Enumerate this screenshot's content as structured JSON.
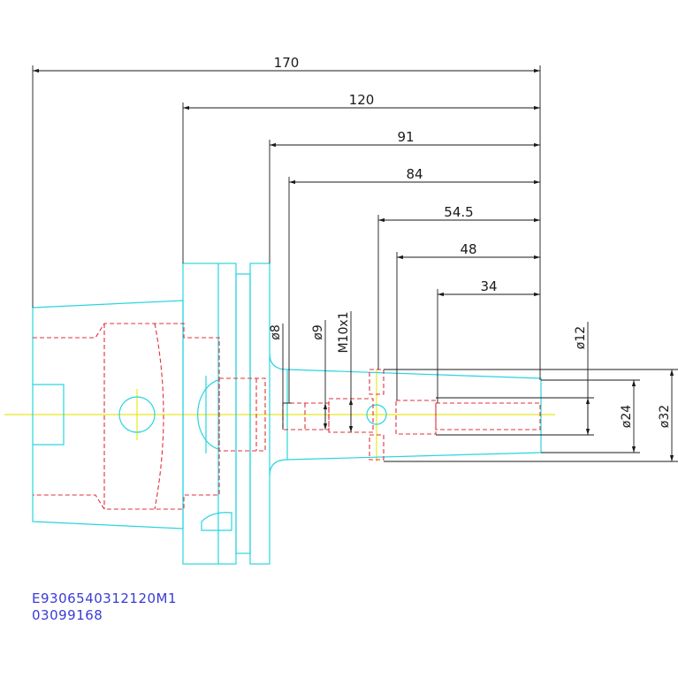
{
  "dimensions": {
    "len_170": "170",
    "len_120": "120",
    "len_91": "91",
    "len_84": "84",
    "len_54_5": "54.5",
    "len_48": "48",
    "len_34": "34",
    "dia_8": "ø8",
    "dia_9": "ø9",
    "thread": "M10x1",
    "dia_12": "ø12",
    "dia_24": "ø24",
    "dia_32": "ø32"
  },
  "part": {
    "code": "E9306540312120M1",
    "number": "03099168"
  },
  "colors": {
    "outline": "#2ad4e0",
    "hidden": "#e0303a",
    "centerline": "#e8e820",
    "dimension": "#1a1a1a",
    "text_blue": "#3a3ad8"
  }
}
